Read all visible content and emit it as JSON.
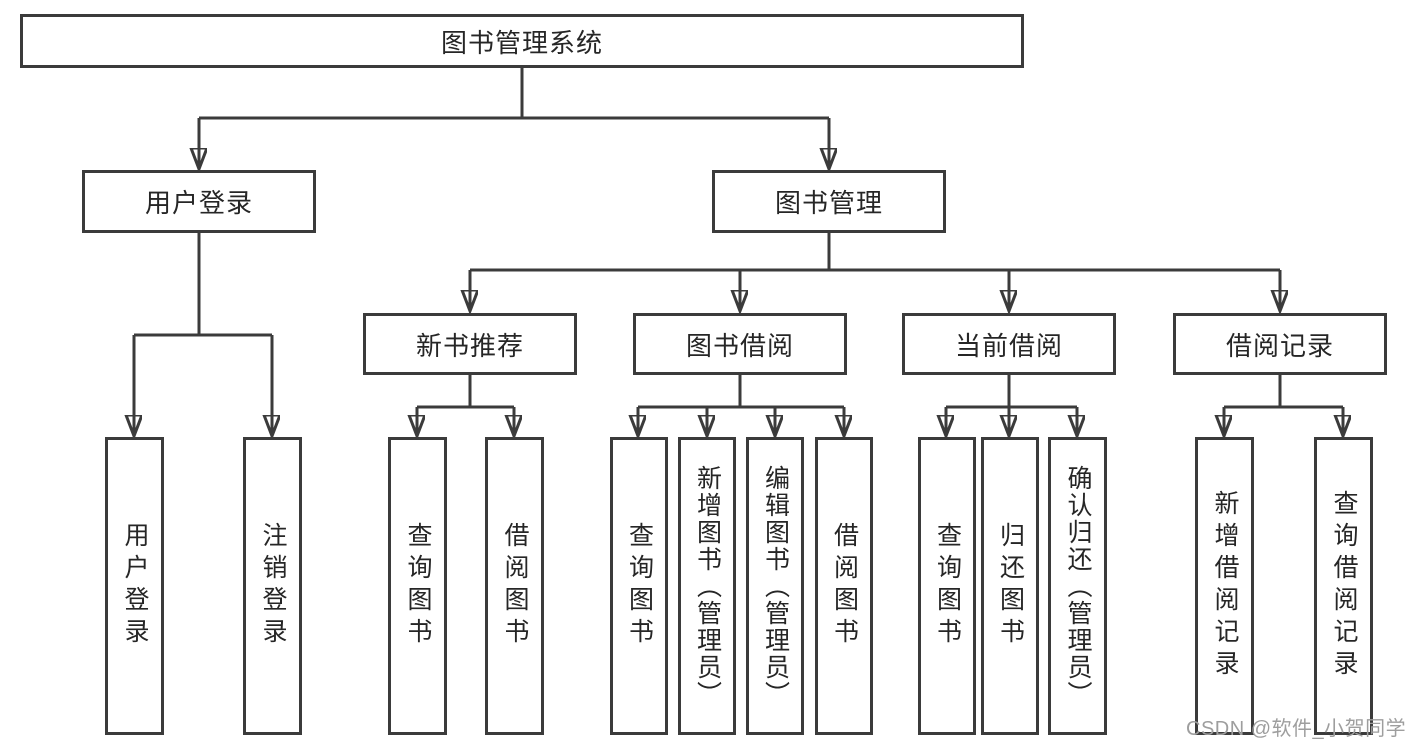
{
  "diagram": {
    "root": {
      "label": "图书管理系统"
    },
    "branches": [
      {
        "label": "用户登录",
        "children": [
          {
            "label": "用户登录"
          },
          {
            "label": "注销登录"
          }
        ]
      },
      {
        "label": "图书管理",
        "children": [
          {
            "label": "新书推荐",
            "children": [
              {
                "label": "查询图书"
              },
              {
                "label": "借阅图书"
              }
            ]
          },
          {
            "label": "图书借阅",
            "children": [
              {
                "label": "查询图书"
              },
              {
                "label": "新增图书（管理员）"
              },
              {
                "label": "编辑图书（管理员）"
              },
              {
                "label": "借阅图书"
              }
            ]
          },
          {
            "label": "当前借阅",
            "children": [
              {
                "label": "查询图书"
              },
              {
                "label": "归还图书"
              },
              {
                "label": "确认归还（管理员）"
              }
            ]
          },
          {
            "label": "借阅记录",
            "children": [
              {
                "label": "新增借阅记录"
              },
              {
                "label": "查询借阅记录"
              }
            ]
          }
        ]
      }
    ],
    "watermark": "CSDN @软件_小贺同学",
    "colors": {
      "line": "#3b3b3b",
      "text": "#262626",
      "watermark": "#9e9e9e",
      "background": "#ffffff"
    }
  }
}
